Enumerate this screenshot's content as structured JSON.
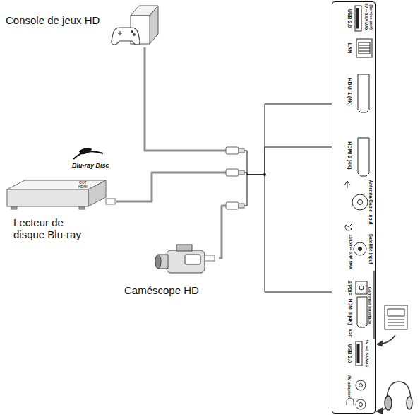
{
  "diagram": {
    "nodes": [
      {
        "text": [
          "Console de jeux HD"
        ]
      },
      {
        "text": [
          "Lecteur de disque Blu-ray"
        ]
      },
      {
        "text": [
          "Caméscope HD"
        ]
      },
      {
        "text": [
          "USB 2.0",
          "(Service port)",
          "5V ⎓ 0.5A MAX",
          "LAN",
          "HDMI 1 (4K)",
          "HDMI 2 (4K)",
          "Antenna/Cable input",
          "Satellite input",
          "13/18V ⎓ 0.4A MAX",
          "S/PDIF",
          "Common Interface",
          "HDMI 3 (4K)",
          "ARC",
          "USB 2.0",
          "5V ⎓ 0.5A MAX",
          "AV adapter"
        ]
      }
    ],
    "edges": [
      {
        "from": 0,
        "to": 3,
        "arrow": "none"
      },
      {
        "from": 1,
        "to": 3,
        "arrow": "none"
      },
      {
        "from": 2,
        "to": 3,
        "arrow": "none"
      }
    ],
    "labels": [
      "Blu-ray Disc",
      "OUT",
      "HDMI"
    ]
  }
}
